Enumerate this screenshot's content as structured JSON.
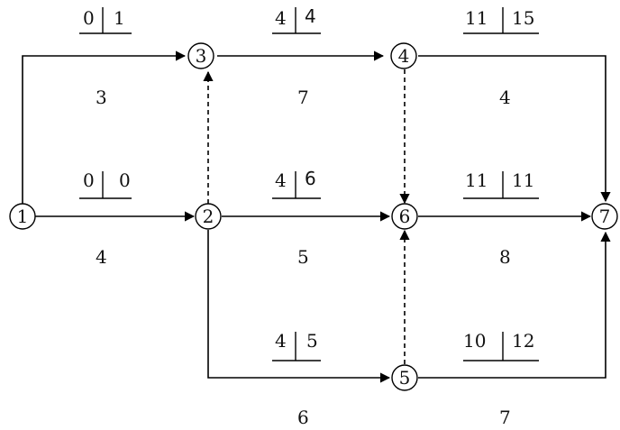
{
  "nodes": [
    {
      "id": "1",
      "label": "1"
    },
    {
      "id": "2",
      "label": "2"
    },
    {
      "id": "3",
      "label": "3"
    },
    {
      "id": "4",
      "label": "4"
    },
    {
      "id": "5",
      "label": "5"
    },
    {
      "id": "6",
      "label": "6"
    },
    {
      "id": "7",
      "label": "7"
    }
  ],
  "activities": [
    {
      "from": "1",
      "to": "3",
      "duration": "3",
      "times": [
        "0",
        "1"
      ],
      "dummy": false
    },
    {
      "from": "1",
      "to": "2",
      "duration": "4",
      "times": [
        "0",
        "0"
      ],
      "dummy": false
    },
    {
      "from": "3",
      "to": "4",
      "duration": "7",
      "times": [
        "4",
        "4"
      ],
      "dummy": false
    },
    {
      "from": "2",
      "to": "6",
      "duration": "5",
      "times": [
        "4",
        "6"
      ],
      "dummy": false
    },
    {
      "from": "2",
      "to": "5",
      "duration": "6",
      "times": [
        "4",
        "5"
      ],
      "dummy": false
    },
    {
      "from": "4",
      "to": "7",
      "duration": "4",
      "times": [
        "11",
        "15"
      ],
      "dummy": false
    },
    {
      "from": "6",
      "to": "7",
      "duration": "8",
      "times": [
        "11",
        "11"
      ],
      "dummy": false
    },
    {
      "from": "5",
      "to": "7",
      "duration": "7",
      "times": [
        "10",
        "12"
      ],
      "dummy": false
    },
    {
      "from": "2",
      "to": "3",
      "dummy": true
    },
    {
      "from": "4",
      "to": "6",
      "dummy": true
    },
    {
      "from": "5",
      "to": "6",
      "dummy": true
    }
  ]
}
